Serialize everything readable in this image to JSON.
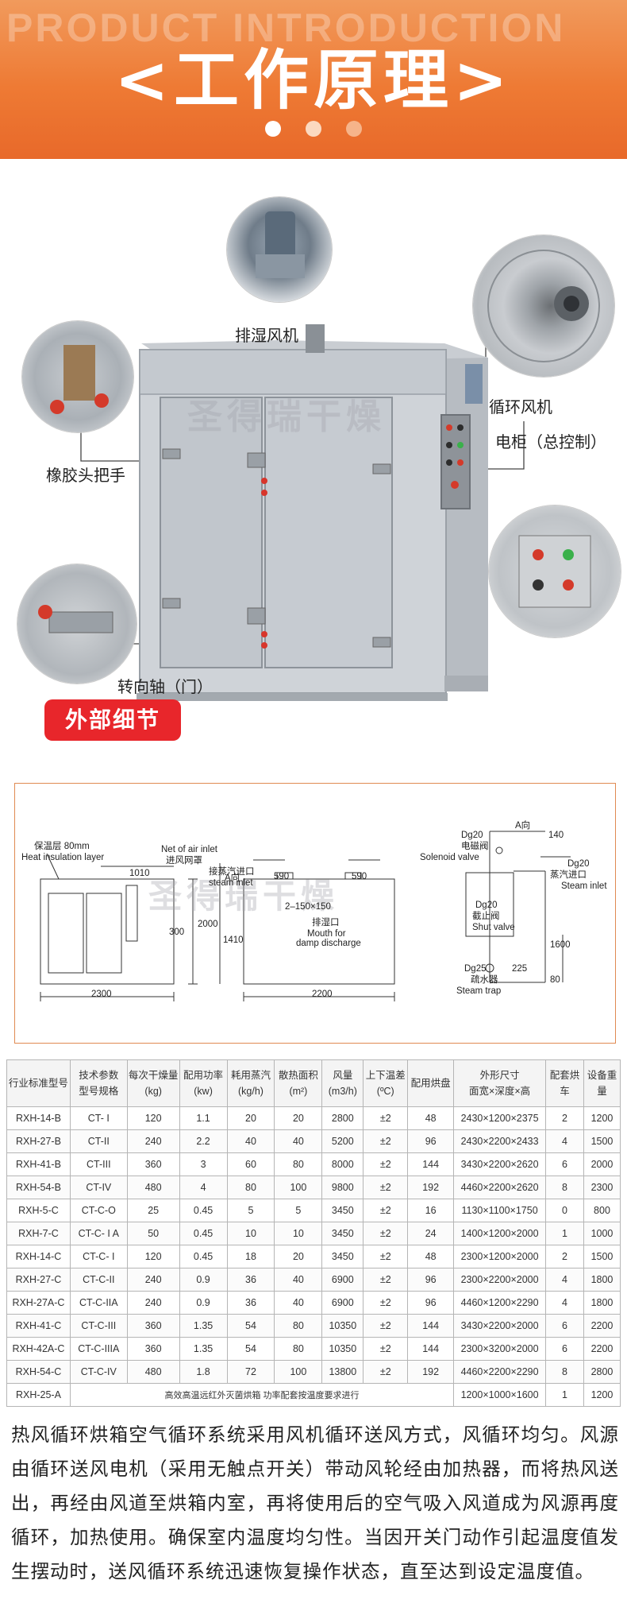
{
  "header": {
    "bg_text": "PRODUCT INTRODUCTION",
    "title": "<工作原理>",
    "dot_colors": [
      "#ffffff",
      "#fbd9c0",
      "#f6b48a"
    ]
  },
  "photo": {
    "watermark": "圣得瑞干燥",
    "labels": {
      "exhaust_fan": "排湿风机",
      "circulation_fan": "循环风机",
      "control_cabinet": "电柜（总控制）",
      "rubber_handle": "橡胶头把手",
      "hinge": "转向轴（门）"
    },
    "badge": "外部细节"
  },
  "drawing": {
    "watermark": "圣得瑞干燥",
    "texts": {
      "insulation_cn": "保温层 80mm",
      "insulation_en": "Heat insulation layer",
      "air_inlet_en": "Net of air inlet",
      "air_inlet_cn": "进风网罩",
      "steam_inlet_cn": "接蒸汽进口",
      "steam_inlet_en": "steam inlet",
      "dim_1010": "1010",
      "dim_590a": "590",
      "dim_590b": "590",
      "dim_2150": "2–150×150",
      "discharge_cn": "排湿口",
      "discharge_en1": "Mouth for",
      "discharge_en2": "damp discharge",
      "dim_2300": "2300",
      "dim_2200": "2200",
      "dim_2000": "2000",
      "dim_1410": "1410",
      "dim_300": "300",
      "a_dir": "A向",
      "a_view": "A向",
      "dim_140": "140",
      "dg20a": "Dg20",
      "solenoid_cn": "电磁阀",
      "solenoid_en": "Solenoid valve",
      "dg20b": "Dg20",
      "steam_in_cn": "蒸汽进口",
      "steam_in_en": "Steam inlet",
      "dg20c": "Dg20",
      "shut_cn": "截止阀",
      "shut_en": "Shut valve",
      "dim_1600": "1600",
      "dg25": "Dg25",
      "dim_225": "225",
      "trap_cn": "疏水器",
      "trap_en": "Steam trap",
      "dim_80": "80"
    }
  },
  "table": {
    "headers": [
      [
        "行业标准型号"
      ],
      [
        "技术参数",
        "型号规格"
      ],
      [
        "每次干燥量",
        "(kg)"
      ],
      [
        "配用功率",
        "(kw)"
      ],
      [
        "耗用蒸汽",
        "(kg/h)"
      ],
      [
        "散热面积",
        "(m²)"
      ],
      [
        "风量",
        "(m3/h)"
      ],
      [
        "上下温差",
        "(ºC)"
      ],
      [
        "配用烘盘"
      ],
      [
        "外形尺寸",
        "面宽×深度×高"
      ],
      [
        "配套烘车"
      ],
      [
        "设备重量"
      ]
    ],
    "rows": [
      [
        "RXH-14-B",
        "CT- I",
        "120",
        "1.1",
        "20",
        "20",
        "2800",
        "±2",
        "48",
        "2430×1200×2375",
        "2",
        "1200"
      ],
      [
        "RXH-27-B",
        "CT-II",
        "240",
        "2.2",
        "40",
        "40",
        "5200",
        "±2",
        "96",
        "2430×2200×2433",
        "4",
        "1500"
      ],
      [
        "RXH-41-B",
        "CT-III",
        "360",
        "3",
        "60",
        "80",
        "8000",
        "±2",
        "144",
        "3430×2200×2620",
        "6",
        "2000"
      ],
      [
        "RXH-54-B",
        "CT-IV",
        "480",
        "4",
        "80",
        "100",
        "9800",
        "±2",
        "192",
        "4460×2200×2620",
        "8",
        "2300"
      ],
      [
        "RXH-5-C",
        "CT-C-O",
        "25",
        "0.45",
        "5",
        "5",
        "3450",
        "±2",
        "16",
        "1130×1100×1750",
        "0",
        "800"
      ],
      [
        "RXH-7-C",
        "CT-C- I A",
        "50",
        "0.45",
        "10",
        "10",
        "3450",
        "±2",
        "24",
        "1400×1200×2000",
        "1",
        "1000"
      ],
      [
        "RXH-14-C",
        "CT-C- I",
        "120",
        "0.45",
        "18",
        "20",
        "3450",
        "±2",
        "48",
        "2300×1200×2000",
        "2",
        "1500"
      ],
      [
        "RXH-27-C",
        "CT-C-II",
        "240",
        "0.9",
        "36",
        "40",
        "6900",
        "±2",
        "96",
        "2300×2200×2000",
        "4",
        "1800"
      ],
      [
        "RXH-27A-C",
        "CT-C-IIA",
        "240",
        "0.9",
        "36",
        "40",
        "6900",
        "±2",
        "96",
        "4460×1200×2290",
        "4",
        "1800"
      ],
      [
        "RXH-41-C",
        "CT-C-III",
        "360",
        "1.35",
        "54",
        "80",
        "10350",
        "±2",
        "144",
        "3430×2200×2000",
        "6",
        "2200"
      ],
      [
        "RXH-42A-C",
        "CT-C-IIIA",
        "360",
        "1.35",
        "54",
        "80",
        "10350",
        "±2",
        "144",
        "2300×3200×2000",
        "6",
        "2200"
      ],
      [
        "RXH-54-C",
        "CT-C-IV",
        "480",
        "1.8",
        "72",
        "100",
        "13800",
        "±2",
        "192",
        "4460×2200×2290",
        "8",
        "2800"
      ]
    ],
    "last_row": {
      "model": "RXH-25-A",
      "note": "高效高温远红外灭菌烘箱 功率配套按温度要求进行",
      "size": "1200×1000×1600",
      "cars": "1",
      "weight": "1200"
    }
  },
  "paragraph": "热风循环烘箱空气循环系统采用风机循环送风方式，风循环均匀。风源由循环送风电机（采用无触点开关）带动风轮经由加热器，而将热风送出，再经由风道至烘箱内室，再将使用后的空气吸入风道成为风源再度循环，加热使用。确保室内温度均匀性。当因开关门动作引起温度值发生摆动时，送风循环系统迅速恢复操作状态，直至达到设定温度值。"
}
